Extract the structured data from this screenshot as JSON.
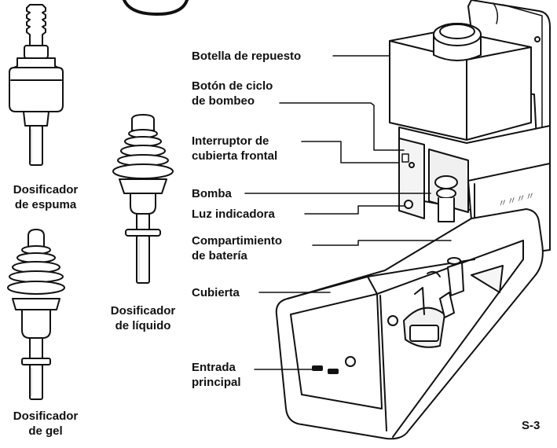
{
  "dispensers": {
    "foam": {
      "line1": "Dosificador",
      "line2": "de espuma"
    },
    "gel": {
      "line1": "Dosificador",
      "line2": "de gel"
    },
    "liquid": {
      "line1": "Dosificador",
      "line2": "de líquido"
    }
  },
  "parts": {
    "refill_bottle": {
      "line1": "Botella de repuesto"
    },
    "pump_cycle_button": {
      "line1": "Botón de ciclo",
      "line2": "de bombeo"
    },
    "front_cover_switch": {
      "line1": "Interruptor de",
      "line2": "cubierta frontal"
    },
    "pump": {
      "line1": "Bomba"
    },
    "indicator_light": {
      "line1": "Luz indicadora"
    },
    "battery_compartment": {
      "line1": "Compartimiento",
      "line2": "de batería"
    },
    "cover": {
      "line1": "Cubierta"
    },
    "main_inlet": {
      "line1": "Entrada",
      "line2": "principal"
    }
  },
  "page_number": "S-3",
  "colors": {
    "ink": "#111111",
    "fill_light": "#ffffff",
    "shade": "#e6e6e6"
  }
}
